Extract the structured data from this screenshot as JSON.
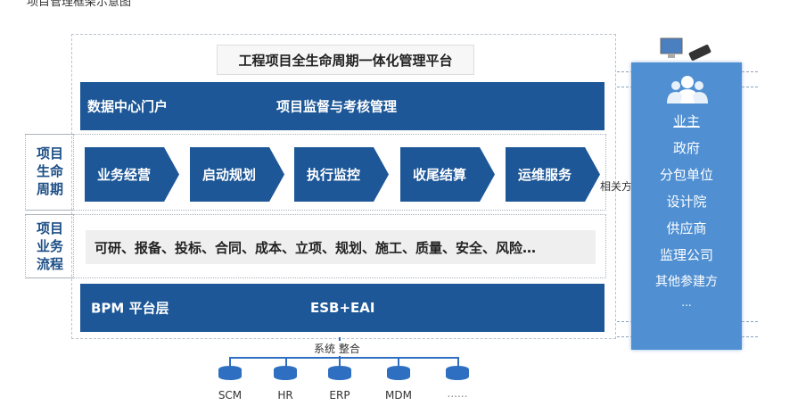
{
  "caption": "项目管理框架示意图",
  "platform_title": "工程项目全生命周期一体化管理平台",
  "top_band": {
    "left": "数据中心门户",
    "right": "项目监督与考核管理"
  },
  "lifecycle": {
    "label": [
      "项目",
      "生命",
      "周期"
    ],
    "stages": [
      "业务经营",
      "启动规划",
      "执行监控",
      "收尾结算",
      "运维服务"
    ]
  },
  "business": {
    "label": [
      "项目",
      "业务",
      "流程"
    ],
    "items": "可研、报备、投标、合同、成本、立项、规划、施工、质量、安全、风险…"
  },
  "bottom_band": {
    "left": "BPM  平台层",
    "right": "ESB+EAI"
  },
  "stakeholders_label": "相关方",
  "stakeholders": [
    "业主",
    "政府",
    "分包单位",
    "设计院",
    "供应商",
    "监理公司",
    "其他参建方",
    "..."
  ],
  "integration_label": "系统 整合",
  "systems": [
    "SCM",
    "HR",
    "ERP",
    "MDM",
    "......"
  ],
  "colors": {
    "primary": "#1d5797",
    "panel": "#4f8fd2",
    "db": "#2f6fc1"
  },
  "icons": {
    "devices": "monitor-phone-icon",
    "people": "users-icon",
    "database": "database-icon"
  }
}
